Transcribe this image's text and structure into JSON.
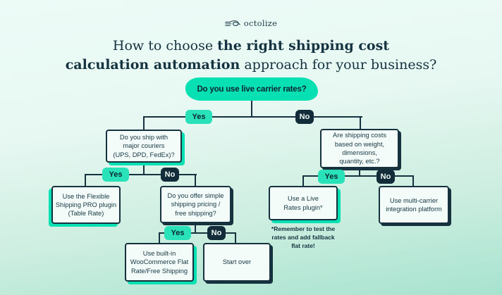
{
  "logo": {
    "text": "octolize",
    "icon": "octolize-knot-icon"
  },
  "title": {
    "line1": {
      "regular": "How to choose ",
      "bold": "the right shipping cost"
    },
    "line2": {
      "bold": "calculation automation",
      "regular": " approach for your business?"
    }
  },
  "labels": {
    "yes": "Yes",
    "no": "No"
  },
  "nodes": {
    "root": "Do you use live carrier rates?",
    "ship_couriers": "Do you ship with\nmajor couriers\n(UPS, DPD, FedEx)?",
    "costs_weight": "Are shipping costs\nbased on weight,\ndimensions,\nquantity, etc.?",
    "flexible_pro": "Use the Flexible\nShipping PRO plugin\n(Table Rate)",
    "simple_pricing": "Do you offer simple\nshipping pricing /\nfree shipping?",
    "builtin_flat": "Use built-in\nWooCommerce Flat\nRate/Free Shipping",
    "start_over": "Start over",
    "live_rates": "Use a Live\nRates plugin*",
    "live_rates_note": "*Remember to test the\nrates and add fallback\nflat rate!",
    "multi_carrier": "Use multi-carrier\nintegration platform"
  },
  "colors": {
    "teal": "#06e0b3",
    "navy": "#16323e",
    "background_top": "#edfbf7",
    "background_bottom": "#a7e3cf",
    "box_background": "#f3fcf9"
  }
}
